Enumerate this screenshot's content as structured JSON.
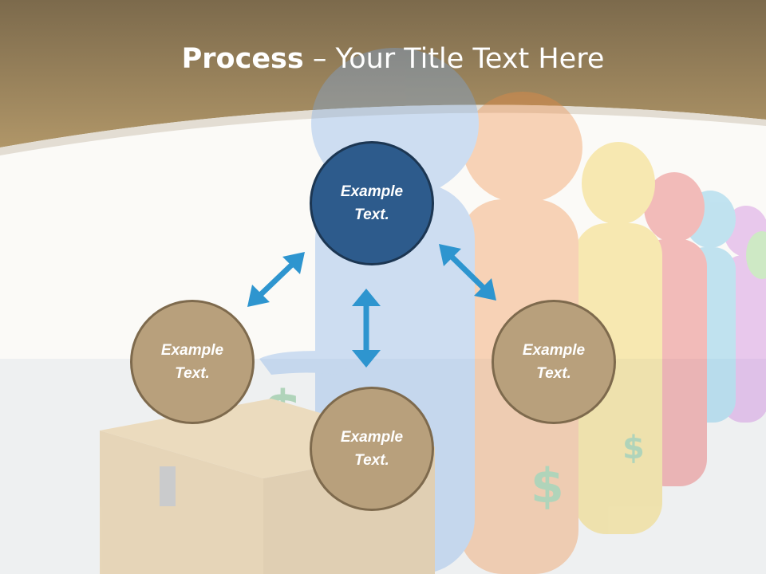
{
  "title": {
    "bold": "Process",
    "rest": " – Your Title Text Here"
  },
  "circles": {
    "top": "Example Text.",
    "left": "Example Text.",
    "right": "Example Text.",
    "bottom": "Example Text."
  },
  "colors": {
    "header": "#a48a60",
    "center_circle": "#2d5b8c",
    "outer_circles": "#b8a07c",
    "arrows": "#2e95cf"
  },
  "icons": [
    "double-arrow-icon"
  ]
}
